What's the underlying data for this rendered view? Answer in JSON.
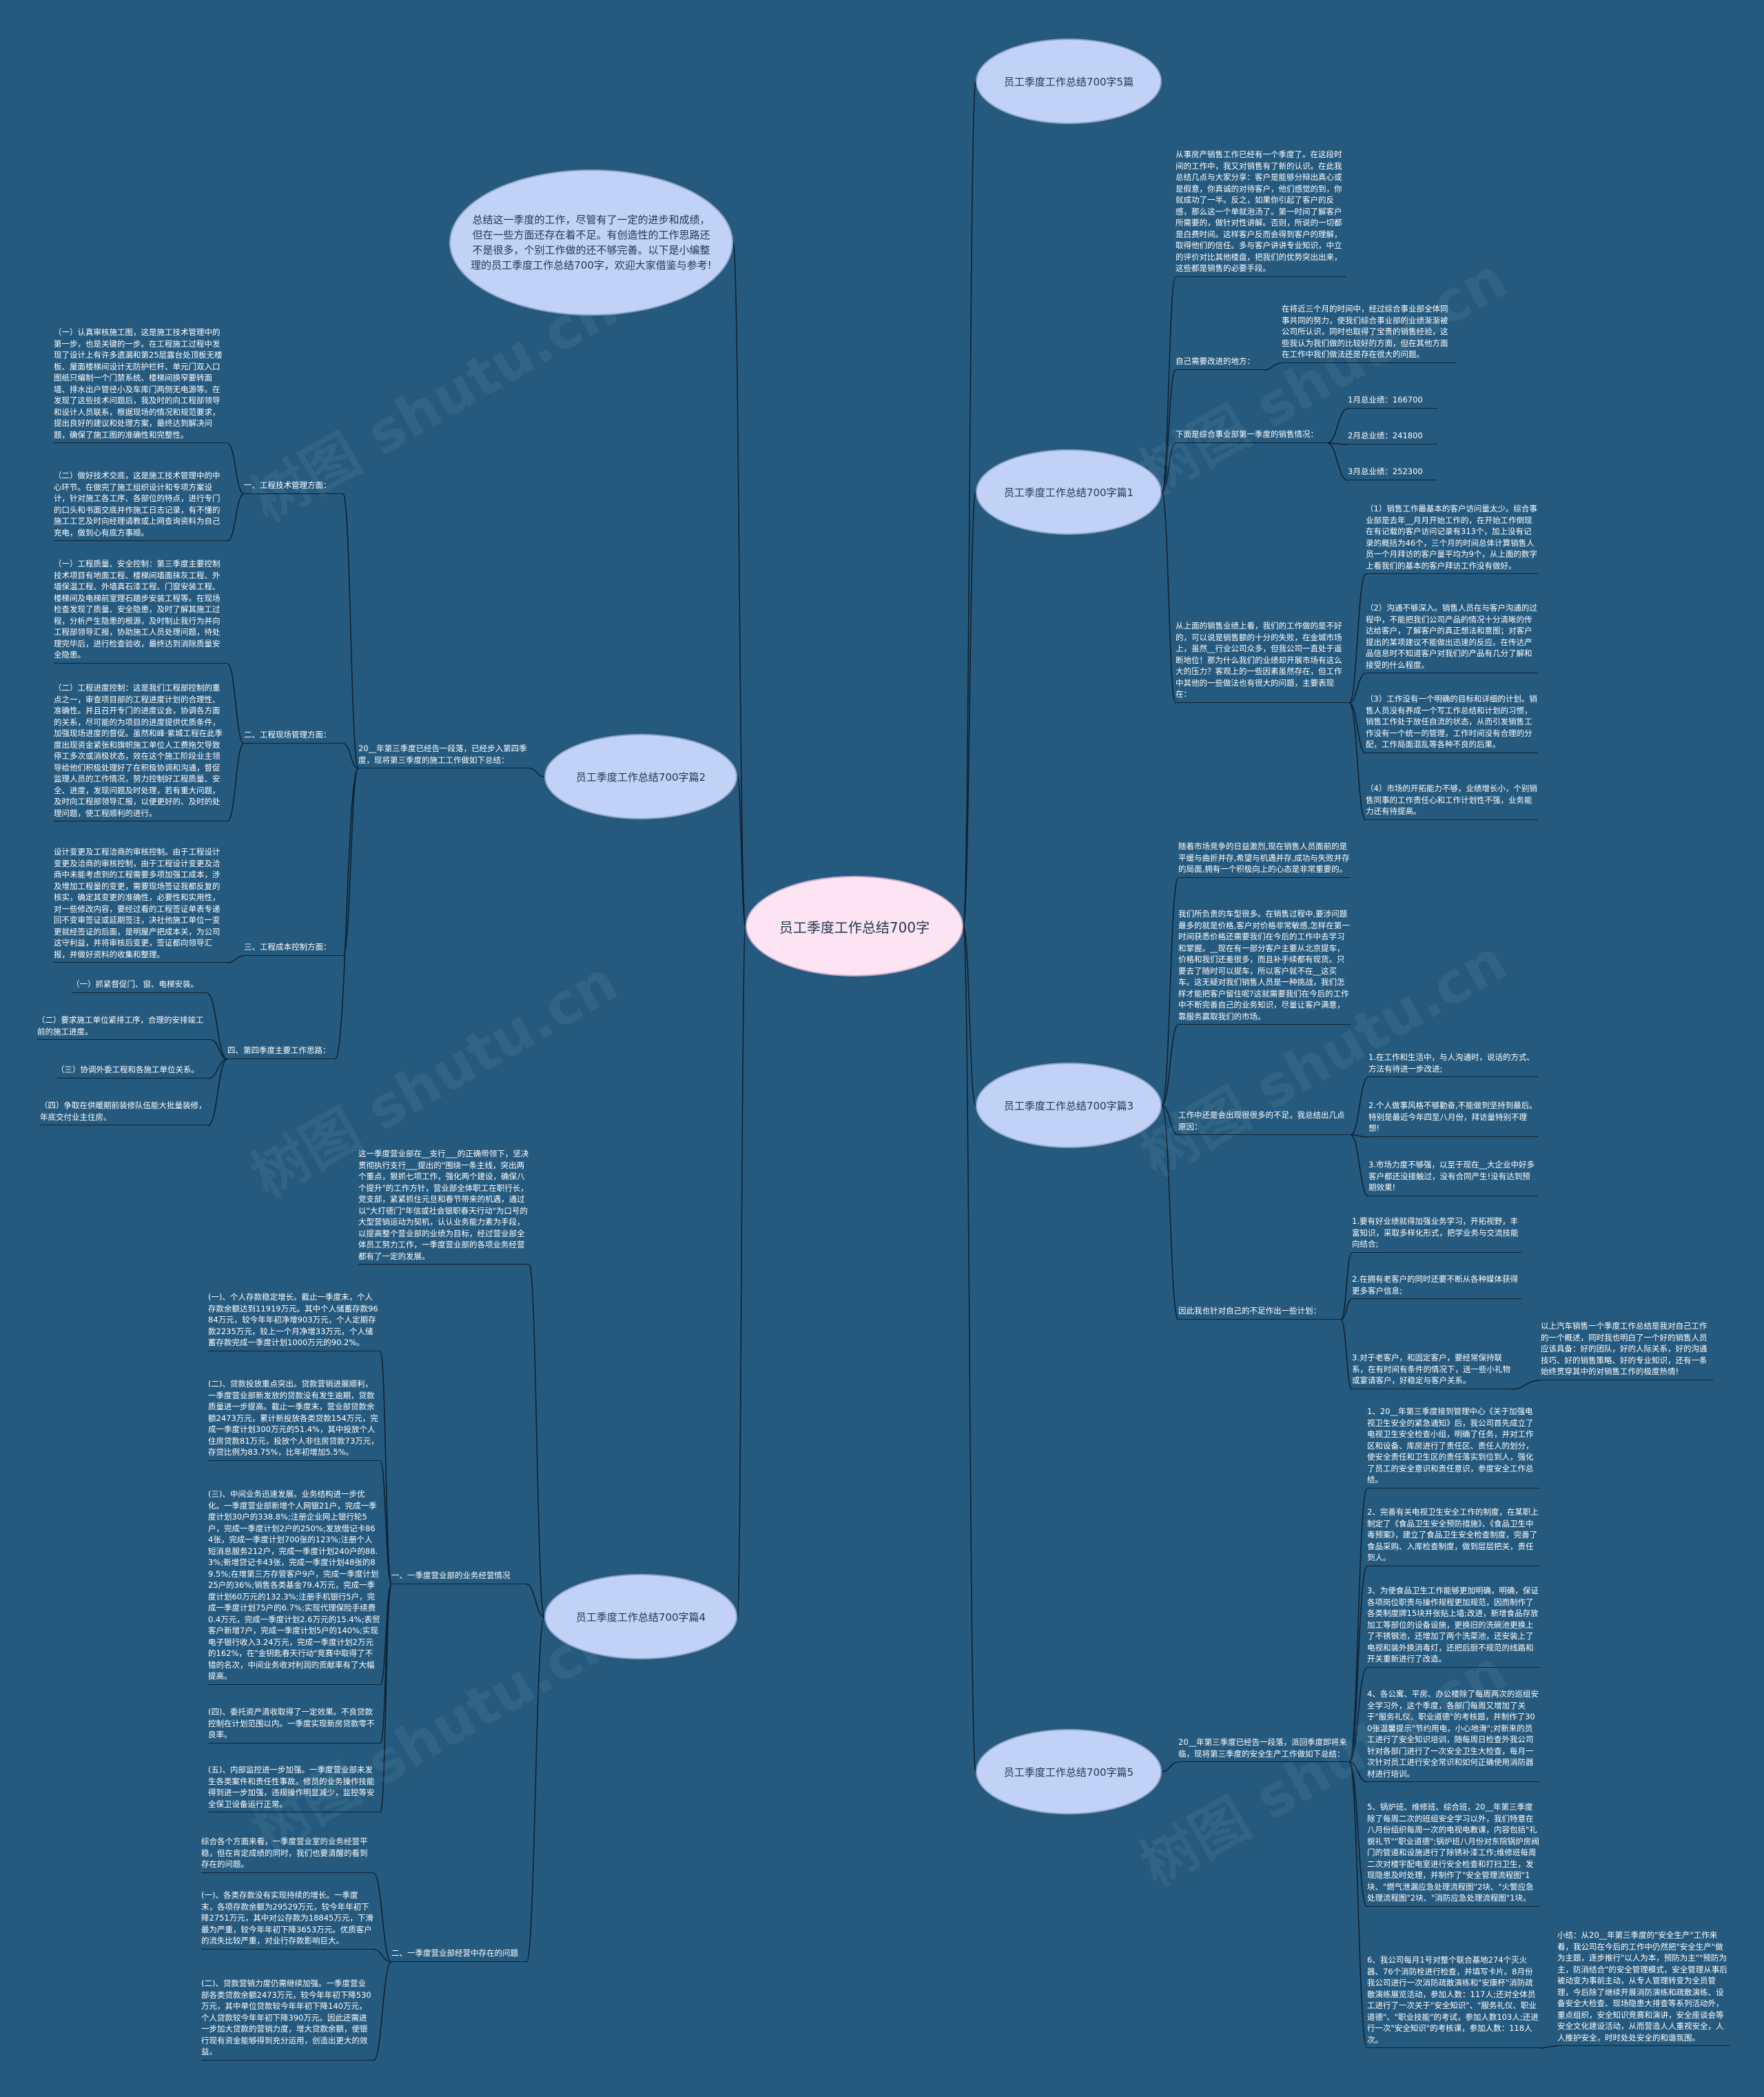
{
  "colors": {
    "background": "#255a7e",
    "root_fill": "#fde4f3",
    "branch_fill": "#c2d2f6",
    "line": "#0e2233",
    "text": "#ffffff"
  },
  "root": "员工季度工作总结700字",
  "intro": "总结这一季度的工作，尽管有了一定的进步和成绩，但在一些方面还存在着不足。有创造性的工作思路还不是很多，个别工作做的还不够完善。以下是小编整理的员工季度工作总结700字，欢迎大家借鉴与参考!",
  "branches": {
    "p5": "员工季度工作总结700字5篇",
    "p1": "员工季度工作总结700字篇1",
    "p2": "员工季度工作总结700字篇2",
    "p3": "员工季度工作总结700字篇3",
    "p4": "员工季度工作总结700字篇4",
    "p5b": "员工季度工作总结700字篇5"
  },
  "p1": {
    "intro": "从事房产销售工作已经有一个季度了。在这段时间的工作中，我又对销售有了新的认识。在此我总结几点与大家分享：客户是能够分辩出真心或是假意，你真诚的对待客户，他们感觉的到，你就成功了一半。反之，如果你引起了客户的反感，那么这一个单就泡汤了。第一时间了解客户所需要的，做针对性讲解。否则，所说的一切都是白费时间。这样客户反而会得到客户的理解，取得他们的信任。多与客户讲讲专业知识，中立的评价对比其他楼盘，把我们的优势突出出来，这些都是销售的必要手段。",
    "improve_label": "自己需要改进的地方：",
    "improve_text": "在将近三个月的时间中，经过综合事业部全体同事共同的努力，使我们综合事业部的业绩渐渐被公司所认识，同时也取得了宝贵的销售经验，这些我认为我们做的比较好的方面，但在其他方面在工作中我们做法还是存在很大的问题。",
    "sales_label": "下面是综合事业部第一季度的销售情况：",
    "sales": [
      "1月总业绩：166700",
      "2月总业绩：241800",
      "3月总业绩：252300"
    ],
    "problems_label": "从上面的销售业绩上看，我们的工作做的是不好的，可以说是销售额的十分的失败，在金城市场上，虽然__行业公司众多，但我公司一直处于遥断地位！那为什么我们的业绩却开展市场有这么大的压力？客观上的一些因素虽然存在，但工作中其他的一些做法也有很大的问题，主要表现在：",
    "problems": [
      "（1）销售工作最基本的客户访问量太少。综合事业部是去年__月月开始工作的，在开始工作倒现在有记载的客户访问记录有313个，加上没有记录的概括为46个，三个月的时间总体计算销售人员一个月拜访的客户量平均为9个，从上面的数字上看我们的基本的客户拜访工作没有做好。",
      "（2）沟通不够深入。销售人员在与客户沟通的过程中，不能把我们公司产品的情况十分清晰的传达给客户，了解客户的真正想法和意图；对客户提出的某项建议不能做出迅速的反应。在传达产品信息时不知道客户对我们的产品有几分了解和接受的什么程度。",
      "（3）工作没有一个明确的目标和详细的计划。销售人员没有养成一个写工作总结和计划的习惯，销售工作处于放任自流的状态，从而引发销售工作没有一个统一的管理，工作时间没有合理的分配，工作局面混乱等各种不良的后果。",
      "（4）市场的开拓能力不够，业绩增长小，个别销售同事的工作责任心和工作计划性不强，业务能力还有待提高。"
    ]
  },
  "p2": {
    "intro": "20__年第三季度已经告一段落，已经步入第四季度，现将第三季度的施工工作做如下总结：",
    "s1_label": "一、工程技术管理方面：",
    "s1": [
      "（一）认真审核施工图，这是施工技术管理中的第一步，也是关键的一步。在工程施工过程中发现了设计上有许多遗漏和第25层露台处顶板无楼板、屋面楼梯间设计无防护栏杆、单元门双入口图纸只编制一个门禁系统、楼梯间换窄要转面墙、排水出户管径小及车库门两侧无电源等。在发现了这些技术问题后，我及时的向工程部领导和设计人员联系，根据现场的情况和规范要求，提出良好的建议和处理方案，最终达到解决问题，确保了施工图的准确性和完整性。",
      "（二）做好技术交底，这是施工技术管理中的中心环节。在做完了施工组织设计和专项方案设计，针对施工各工序、各部位的特点，进行专门的口头和书面交底并作施工日志记录，有不懂的施工工艺及时向经理请教或上网查询资料为自己充电，做到心有底方事顺。"
    ],
    "s2_label": "二、工程现场管理方面：",
    "s2": [
      "（一）工程质量、安全控制：第三季度主要控制技术项目有地面工程、楼梯间墙面抹灰工程、外墙保温工程、外墙真石漆工程、门窗安装工程、楼梯间及电梯前室理石踏步安装工程等。在现场检查发现了质量、安全隐患，及时了解其施工过程，分析产生隐患的根源，及时制止我行为并向工程部领导汇报，协助施工人员处理问题，待处理完毕后，进行检查验收，最终达到消除质量安全隐患。",
      "（二）工程进度控制：这是我们工程部控制的重点之一，审查项目部的工程进度计划的合理性、准确性。并且召开专门的进度议会，协调各方面的关系，尽可能的为项目的进度提供优质条件，加强现场进度的督促。虽然和峰·紫城工程在此季度出现资金紧张和旗帜施工单位人工费拖欠导致停工多次或消极状态，效在这个施工阶段业主领导给他们积极处理好了在积极协调和沟通，督促监理人员的工作情况，努力控制好工程质量、安全、进度，发现问题及时处理，若有重大问题，及时向工程部领导汇报，以便更好的、及时的处理问题，使工程顺利的进行。"
    ],
    "s3_label": "三、工程成本控制方面：",
    "s3": "设计变更及工程洽商的审核控制。由于工程设计变更及洽商的审核控制，由于工程设计变更及洽商中未能考虑到的工程需要多项加强工成本，涉及增加工程量的变更，需要现场签证我都反复的核实，确定其变更的准确性，必要性和实用性，对一些修改内容，要经过看的工程签证单表专递回不变审签证或延期签注，决社他施工单位一变更就经签证的后面，是明屋产把成本关，为公司这守利益，并将审核后变更，签证都向领导汇报，并做好资料的收集和整理。",
    "s4_label": "四、第四季度主要工作思路：",
    "s4": [
      "（一）抓紧督促门、窗、电梯安装。",
      "（二）要求施工单位紧排工序，合理的安排竣工前的施工进度。",
      "（三）协调外委工程和各施工单位关系。",
      "（四）争取在供暖期前装修队伍能大批量装修，年底交付业主住房。"
    ]
  },
  "p3": {
    "intro1": "随着市场竞争的日益激烈,现在销售人员面前的是平缓与曲折并存,希望与机遇并存,成功与失败并存的局面,拥有一个积极向上的心态是非常重要的。",
    "intro2": "我们所负责的车型很多。在销售过程中,要涉问题最多的就是价格,客户对价格非常敏感,怎样在第一时间获悉价格还需要我们在今后的工作中去学习和掌握。__现在有一部分客户主要从北京提车，价格和我们还差很多，而且补手续都有现货。只要去了随时可以提车，所以客户就不在__这买车。这无疑对我们销售人员是一种挑战，我们怎样才能把客户留住呢?这就需要我们在今后的工作中不断完善自己的业务知识，尽量让客户满意，靠服务赢取我们的市场。",
    "lacks_label": "工作中还是会出现很很多的不足，我总结出几点原因：",
    "lacks": [
      "1.在工作和生活中，与人沟通时，说话的方式、方法有待进一步改进;",
      "2.个人做事风格不够勤奋,不能做到坚持到最后。特别是最近今年四至八月份，拜访量特别不理想!",
      "3.市场力度不够强，以至于现在__大企业中好多客户都还没接触过，没有合同产生!没有达到预期效果!"
    ],
    "plan_label": "因此我也针对自己的不足作出一些计划：",
    "plans": [
      "1.要有好业绩就得加强业务学习，开拓视野，丰富知识，采取多样化形式，把学业务与交流技能向结合;",
      "2.在拥有老客户的同时还要不断从各种媒体获得更多客户信息;",
      "3.对于老客户，和固定客户，要经常保持联系，在有时间有条件的情况下，送一些小礼物或宴请客户，好稳定与客户关系。"
    ],
    "summary": "以上汽车销售一个季度工作总结是我对自己工作的一个概述，同时我也明白了一个好的销售人员应该具备：好的团队，好的人际关系，好的沟通技巧、好的销售策略、好的专业知识，还有一条始终贯穿其中的对销售工作的极度热情!"
  },
  "p4": {
    "intro": "这一季度营业部在__支行___的正确带领下，坚决贯彻执行支行___提出的\"围绕一条主线，突出两个重点，狠抓七项工作，强化两个建设，确保八个提升\"的工作方针，营业部全体职工在职行长，党支部，紧紧抓住元旦和春节带来的机遇，通过以\"大打德门\"年信或社会银职春天行动\"为口号的大型营销运动为契机，认认业务能力素为手段，以提高整个营业部的业绩为目标，经过营业部全体员工努力工作，一季度营业部的各项业务经营都有了一定的发展。",
    "s1_label": "一、一季度营业部的业务经营情况",
    "s1": [
      "(一)、个人存款稳定增长。截止一季度末，个人存款余额达到11919万元。其中个人储蓄存款9684万元，较今年年初净增903万元，个人定期存款2235万元，较上一个月净增33万元，个人储蓄存款完成一季度计划1000万元的90.2%。",
      "(二)、贷款投放重点突出。贷款营销进展顺利，一季度营业部新发放的贷款没有发生逾期，贷款质量进一步提高。截止一季度末，营业部贷款余额2473万元，累计新投放各类贷款154万元，完成一季度计划300万元的51.4%，其中投放个人住房贷款81万元，投放个人非住房贷款73万元，存贷比例为83.75%，比年初增加5.5%。",
      "(三)、中间业务迅速发展。业务结构进一步优化。一季度营业部新增个人网银21户，完成一季度计划30户的338.8%;注册企业网上银行轮5户，完成一季度计划2户的250%;发放借记卡864张，完成一季度计划700张的123%;注册个人短消息服务212户，完成一季度计划240户的88.3%;新增贷记卡43张，完成一季度计划48张的89.5%;在增第三方存管客户9户，完成一季度计划25户的36%;销售各类基金79.4万元，完成一季度计划60万元的132.3%;注册手机银行5户，完成一季度计划75户的6.7%;实现代理保险手续费0.4万元，完成一季度计划2.6万元的15.4%;表贸客户新增7户，完成一季度计划5户的140%;实现电子银行收入3.24万元，完成一季度计划2万元的162%，在\"金钥匙春天行动\"竞赛中取得了不错的名次，中间业务收对利润的贡献率有了大幅提高。",
      "(四)、委托资产清收取得了一定效果。不良贷款控制在计划范围以内。一季度实现新房贷款零不良率。",
      "(五)、内部监控进一步加强。一季度营业部未发生各类案件和责任性事故。修员的业务操作技能得到进一步加强，违规操作明显减少，监控等安全保卫设备运行正常。"
    ],
    "s2_label": "二、一季度营业部经营中存在的问题",
    "s2_intro": "综合各个方面来看，一季度营业室的业务经营平稳，但在肯定成绩的同时，我们也要清醒的看到存在的问题。",
    "s2": [
      "(一)、各类存款没有实现持续的增长。一季度末，各项存款余额为29529万元，较今年年初下降2751万元，其中对公存款为18845万元，下滑最为严重，较今年年初下降3653万元。优质客户的流失比较严重，对业行存款影响巨大。",
      "(二)、贷款营销力度仍需继续加强。一季度营业部各类贷款余额2473万元，较今年年初下降530万元，其中单位贷款较今年年初下降140万元，个人贷款较今年年初下降390万元。因此还需进一步加大贷款的营销力度，增大贷款余额，使银行现有资金能够得到充分运用，创造出更大的效益。"
    ]
  },
  "p5": {
    "intro": "20__年第三季度已经告一段落，派回季度即将来临，现将第三季度的安全生产工作做如下总结：",
    "items": [
      "1、20__年第三季度接到管理中心《关于加强电视卫生安全的紧急通知》后，我公司首先成立了电视卫生安全检查小组，明确了任务，并对工作区和设备、库房进行了责任区、责任人的划分，使安全责任和卫生区的责任落实到位到人，强化了员工的安全意识和责任意识，参度安全工作总结。",
      "2、完善有关电视卫生安全工作的制度，在某职上制定了《食品卫生安全预防措施》、《食品卫生中毒预案》，建立了食品卫生安全检查制度，完善了食品采购、入库检查制度，做到层层把关，责任到人。",
      "3、为使食品卫生工作能够更加明确，明确，保证各项岗位职责与操作规程更加规范，因而制作了各类制度牌15块并张贴上墙;改进，新增食品存放加工等部位的设备设施，更换旧的洗碗池更换上了不锈钢池，还增加了两个洗菜池，还安装上了电视和装外换消毒灯，还把后厨不规范的线路和开关重新进行了改造。",
      "4、各公寓、平房、办公楼除了每周两次的巡组安全学习外，这个季度，各部门每周又增加了关于\"服务礼仪、职业道德\"的考核题，并制作了300张温馨提示\"节约用电，小心地滑\";对新来的员工进行了安全知识培训，随每周日检查外我公司针对各部门进行了一次安全卫生大检查，每月一次针对员工进行安全常识和如何正确使用消防器材进行培训。",
      "5、锅炉班、维修班、综合班，20__年第三季度除了每周二次的班组安全学习以外，我们特意在八月份组织每周一次的电视电教课，内容包括\"礼貌礼节\"\"职业道德\";锅炉班八月份对东院锅炉房阀门的管道和设施进行了除锈补漆工作;维修班每周二次对楼宇配电室进行安全检查和打扫卫生，发现隐患及时处理，并制作了\"安全管理流程图\"1块、\"燃气泄漏应急处理流程图\"2块、\"火警应急处理流程图\"2块、\"消防应急处理流程图\"1块。",
      "6、我公司每月1号对整个联合基地274个灭火器、76个消防栓进行检查，并填写卡片。8月份我公司进行一次消防疏散演练和\"安康杯\"消防疏散演练展览活动，参加人数：117人;还对全体员工进行了一次关于\"安全知识\"、\"服务礼仪、职业道德\"、\"职业技能\"的考试，参加人数103人;还进行一次\"安全知识\"的考核课，参加人数：118人次。"
    ],
    "summary": "小结：从20__年第三季度的\"安全生产\"工作来看，我公司在今后的工作中仍然把\"安全生产\"做为主题，逐步推行\"以人为本，预防为主\"\"预防为主，防消结合\"的安全管理模式，安全管理从事后被动变为事前主动，从专人管理转变为全员管理，今后除了继续开展消防演练和疏散演练、设备安全大检查、现场隐患大排查等系列活动外，重点组织，安全知识竞赛和演讲，安全座谈会等安全文化建设活动，从而营造人人重视安全，人人推护安全，时时处处安全的和谐氛围。"
  },
  "watermark": "树图 shutu.cn"
}
